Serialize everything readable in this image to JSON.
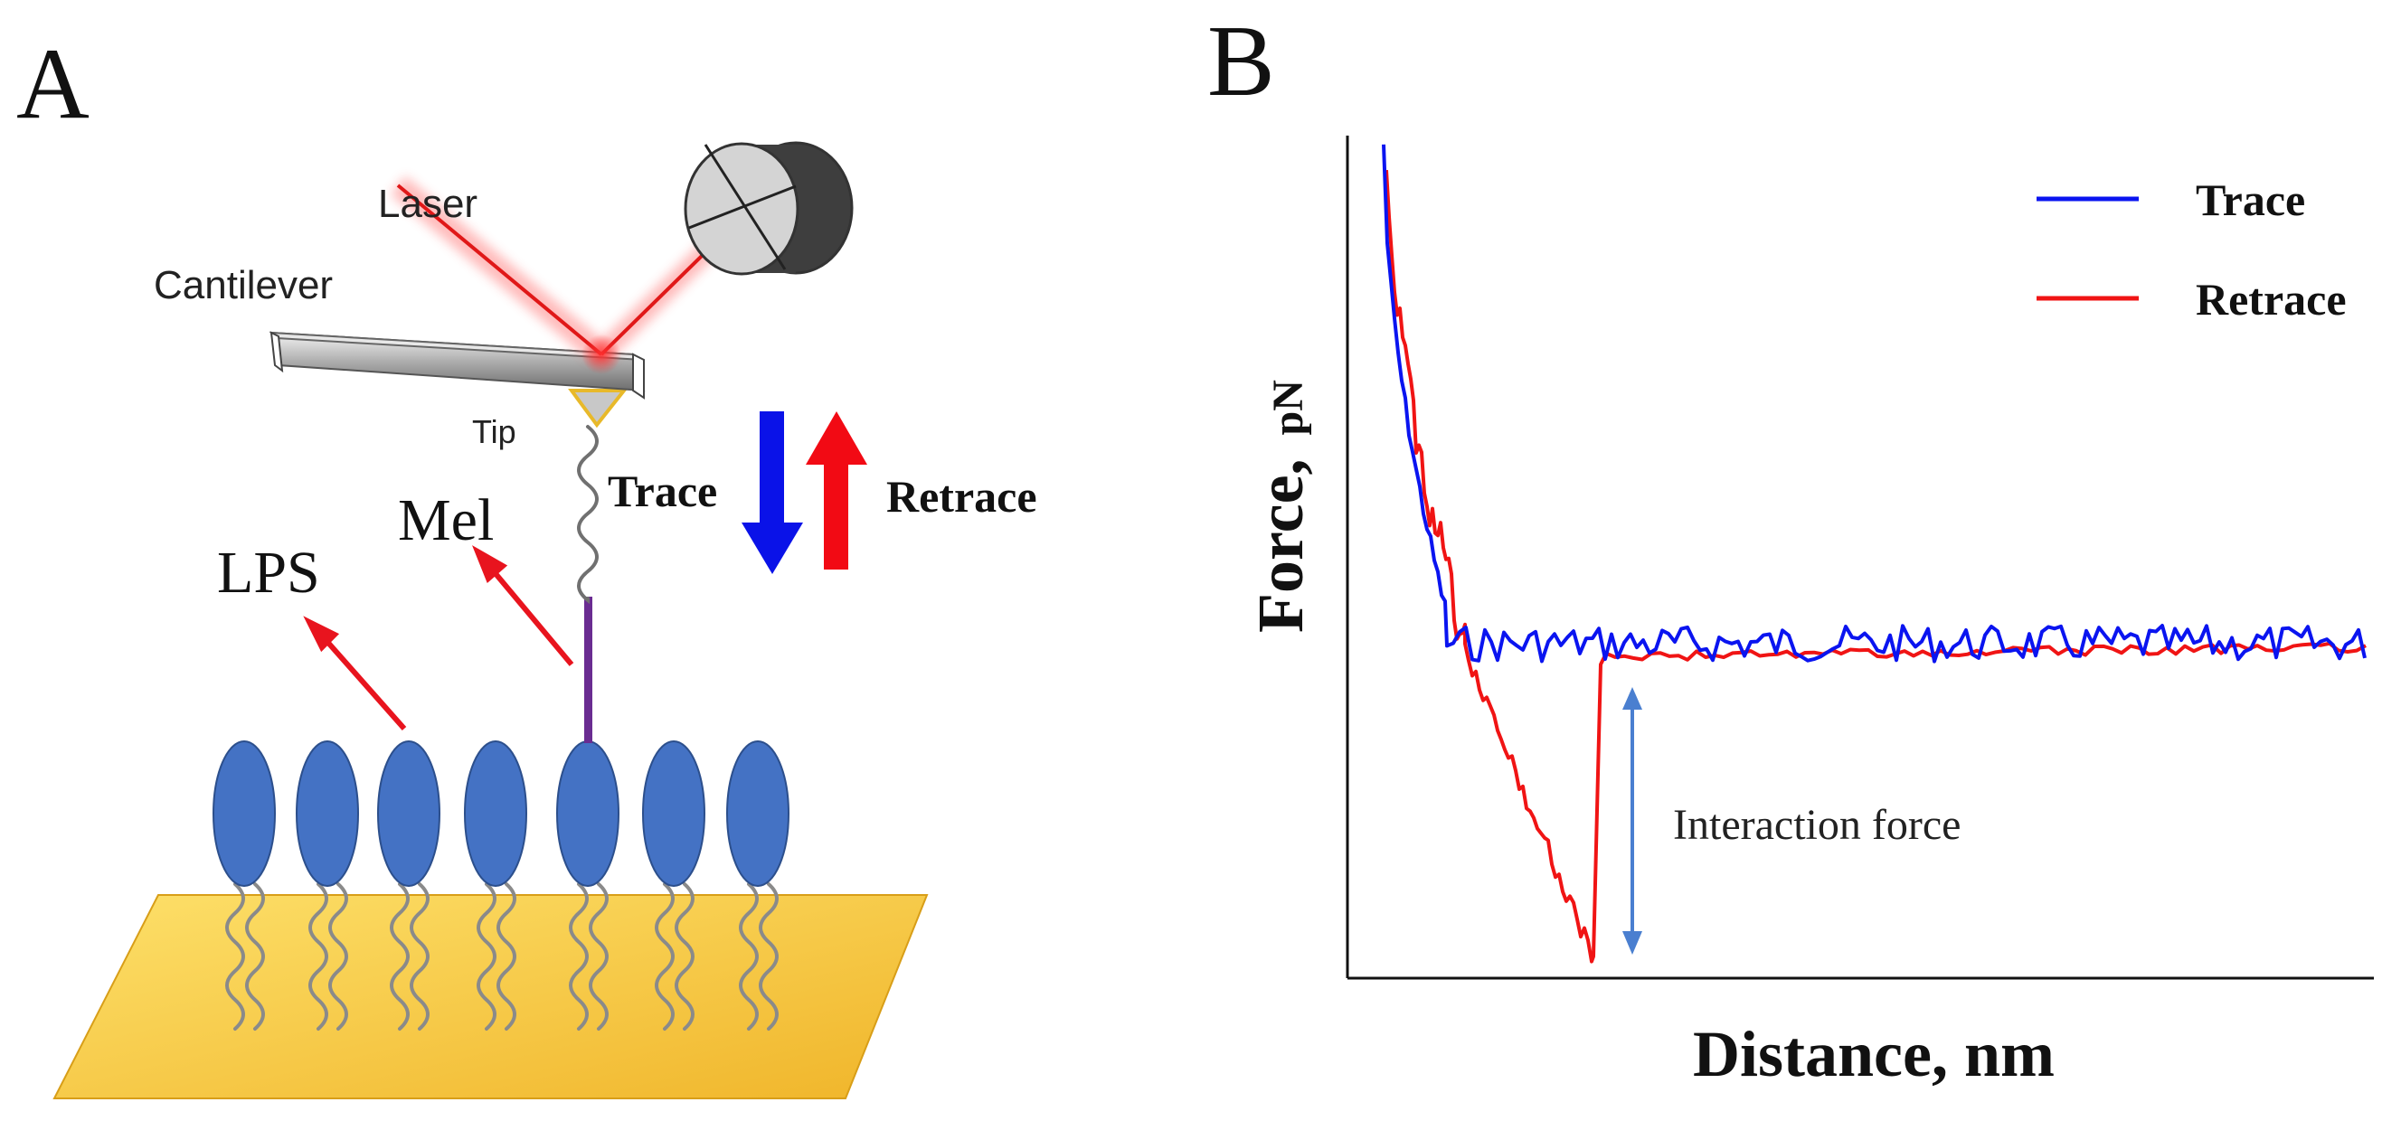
{
  "panel_a": {
    "panel_letter": "A",
    "labels": {
      "laser": "Laser",
      "cantilever": "Cantilever",
      "tip": "Tip",
      "mel": "Mel",
      "lps": "LPS",
      "trace": "Trace",
      "retrace": "Retrace"
    },
    "colors": {
      "laser": "#e02020",
      "trace_arrow": "#0a12e8",
      "retrace_arrow": "#f20a14",
      "lps_head": "#4472c4",
      "substrate": "#f6c42a",
      "peptide": "#6a2c91",
      "pointer_arrow": "#e8141e"
    },
    "lps_molecule_count": 7
  },
  "panel_b": {
    "panel_letter": "B",
    "chart_data": {
      "type": "line",
      "xlabel": "Distance, nm",
      "ylabel_main": "Force,",
      "ylabel_unit": "pN",
      "axis_ticks_shown": false,
      "legend_position": "top-right",
      "annotation": "Interaction force",
      "series": [
        {
          "name": "Trace",
          "color": "#0a14f0",
          "values_description": "steep decay from top-left then noisy baseline"
        },
        {
          "name": "Retrace",
          "color": "#f01414",
          "values_description": "steep decay, adhesion dip to minimum, snap back to baseline"
        }
      ]
    }
  }
}
